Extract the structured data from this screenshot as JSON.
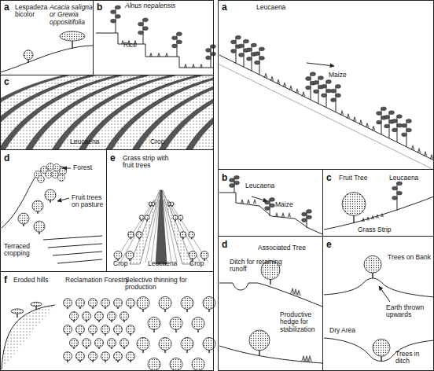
{
  "diagram": {
    "nodes": [
      {
        "text": [
          "a",
          "Lespadeza bicolor",
          "Acacia saligna or Grewia oppositifolia"
        ]
      },
      {
        "text": [
          "b",
          "Alnus nepalensis",
          "Rice"
        ]
      },
      {
        "text": [
          "c",
          "Leucaena",
          "Crop"
        ]
      },
      {
        "text": [
          "d",
          "Forest",
          "Fruit trees on pasture",
          "Terraced cropping"
        ]
      },
      {
        "text": [
          "e",
          "Grass strip with fruit trees",
          "Crop",
          "Leucaena",
          "Crop"
        ]
      },
      {
        "text": [
          "f",
          "Eroded hills",
          "Reclamation Forestry",
          "Selective thinning for production"
        ]
      },
      {
        "text": [
          "a",
          "Leucaena",
          "Maize"
        ]
      },
      {
        "text": [
          "b",
          "Leucaena",
          "Maize"
        ]
      },
      {
        "text": [
          "c",
          "Fruit Tree",
          "Leucaena",
          "Grass Strip"
        ]
      },
      {
        "text": [
          "d",
          "Associated Tree",
          "Ditch for retaining runoff",
          "Productive hedge for stabilization"
        ]
      },
      {
        "text": [
          "e",
          "Trees on Bank",
          "Earth thrown upwards",
          "Dry Area",
          "Trees in ditch"
        ]
      }
    ]
  }
}
